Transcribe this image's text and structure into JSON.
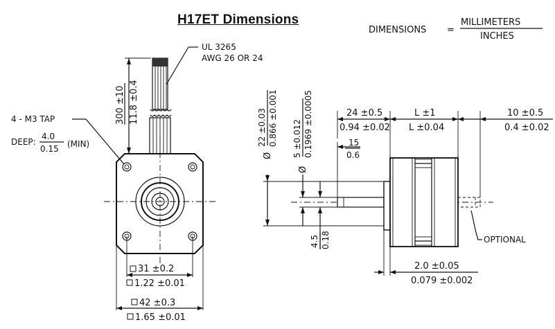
{
  "title": "H17ET Dimensions",
  "units": {
    "prefix": "DIMENSIONS",
    "eq": "=",
    "top": "MILLIMETERS",
    "bottom": "INCHES"
  },
  "cable": {
    "line1": "UL 3265",
    "line2": "AWG 26 OR 24"
  },
  "tap": {
    "line1": "4 - M3 TAP",
    "deep": "DEEP:",
    "num": "4.0",
    "den": "0.15",
    "min": "(MIN)"
  },
  "lead_length": {
    "mm": "300 ±10",
    "in": "11.8 ±0.4"
  },
  "pilot": {
    "mm": "22 ±0.03",
    "in": "0.866 ±0.001"
  },
  "shaft": {
    "mm": "5 ±0.012",
    "in": "0.1969 ±0.0005"
  },
  "flat": {
    "mm": "15",
    "in": "0.6"
  },
  "shaft_len": {
    "mm": "24 ±0.5",
    "in": "0.94 ±0.02"
  },
  "body_len": {
    "mm": "L ±1",
    "in": "L ±0.04"
  },
  "rear_shaft": {
    "mm": "10 ±0.5",
    "in": "0.4 ±0.02"
  },
  "flat_depth": {
    "mm": "4.5",
    "in": "0.18"
  },
  "optional": "OPTIONAL",
  "hole_spacing": {
    "mm": "31 ±0.2",
    "in": "1.22 ±0.01"
  },
  "body_size": {
    "mm": "42 ±0.3",
    "in": "1.65 ±0.01"
  },
  "flange": {
    "mm": "2.0 ±0.05",
    "in": "0.079 ±0.002"
  },
  "diameter_symbol": "Ø"
}
